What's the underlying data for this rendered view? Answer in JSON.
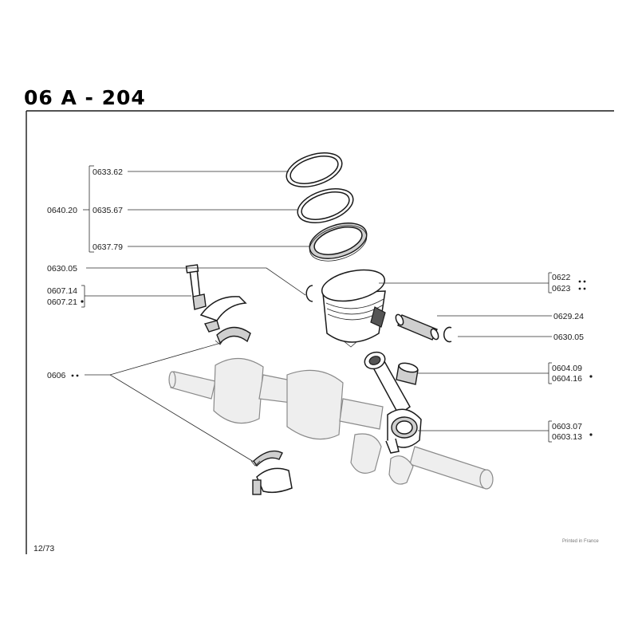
{
  "page": {
    "title_code": "06 A - 204",
    "footer_date": "12/73",
    "printed_note": "Printed in France"
  },
  "callouts": {
    "ring_group": "0640.20",
    "ring_top": "0633.62",
    "ring_mid": "0635.67",
    "ring_bottom": "0637.79",
    "circlip_left": "0630.05",
    "bolt_a": "0607.14",
    "bolt_b": "0607.21",
    "bearing_shells": "0606",
    "piston_a": "0622",
    "piston_b": "0623",
    "gudgeon_pin": "0629.24",
    "circlip_right": "0630.05",
    "bush_a": "0604.09",
    "bush_b": "0604.16",
    "conrod_a": "0603.07",
    "conrod_b": "0603.13"
  }
}
